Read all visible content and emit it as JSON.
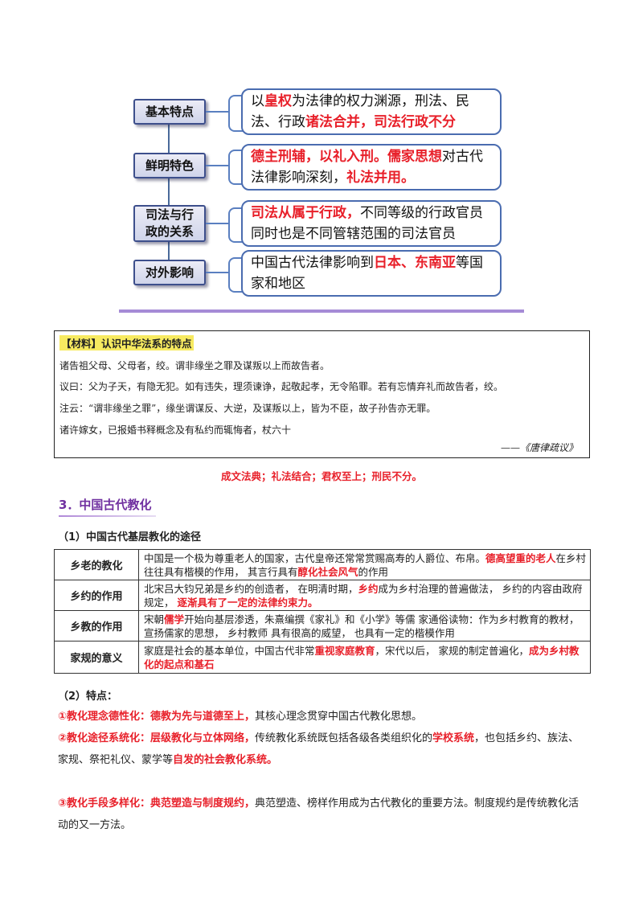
{
  "diagram": {
    "rows": [
      {
        "label_lines": [
          "基本特点"
        ],
        "content": [
          {
            "t": "以"
          },
          {
            "t": "皇权",
            "r": true
          },
          {
            "t": "为法律的权力渊源，刑法、民法、行政"
          },
          {
            "t": "诸法合并，司法行政不分",
            "r": true
          }
        ]
      },
      {
        "label_lines": [
          "鲜明特色"
        ],
        "content": [
          {
            "t": "德主刑辅，以礼入刑。",
            "r": true
          },
          {
            "t": "儒家思想",
            "r": true
          },
          {
            "t": "对古代法律影响深刻，"
          },
          {
            "t": "礼法并用。",
            "r": true
          }
        ]
      },
      {
        "label_lines": [
          "司法与行",
          "政的关系"
        ],
        "content": [
          {
            "t": "司法从属于行政，",
            "r": true
          },
          {
            "t": "不同等级的行政官员同时也是不同管辖范围的司法官员"
          }
        ]
      },
      {
        "label_lines": [
          "对外影响"
        ],
        "content": [
          {
            "t": "中国古代法律影响到"
          },
          {
            "t": "日本、东南亚",
            "r": true
          },
          {
            "t": "等国家和地区"
          }
        ]
      }
    ]
  },
  "material": {
    "title": "【材料】认识中华法系的特点",
    "lines": [
      "诸告祖父母、父母者，绞。谓非缘坐之罪及谋叛以上而故告者。",
      "议曰：父为子天，有隐无犯。如有违失，理须谏诤，起敬起孝，无令陷罪。若有忘情弃礼而故告者，绞。",
      "注云：“谓非缘坐之罪”，缘坐谓谋反、大逆，及谋叛以上，皆为不臣，故子孙告亦无罪。",
      "诸许嫁女，已报婚书释概念及有私约而辄悔者，杖六十"
    ],
    "source": "——《唐律疏议》"
  },
  "summary": "成文法典；礼法结合；君权至上；刑民不分。",
  "section": {
    "title": "3．中国古代教化",
    "sub1": "（1）中国古代基层教化的途径",
    "table": [
      {
        "key": "乡老的教化",
        "value": [
          {
            "t": "中国是一个极为尊重老人的国家，古代皇帝还常常赏赐高寿的人爵位、布帛。"
          },
          {
            "t": "德高望重的老人",
            "r": true
          },
          {
            "t": "在乡村往往具有楷模的作用， 其言行具有"
          },
          {
            "t": "醇化社会风气",
            "r": true
          },
          {
            "t": "的作用"
          }
        ]
      },
      {
        "key": "乡约的作用",
        "value": [
          {
            "t": "北宋吕大钧兄弟是乡约的创造者， 在明清时期，"
          },
          {
            "t": "乡约",
            "r": true
          },
          {
            "t": "成为乡村治理的普遍做法， 乡约的内容由政府规定， "
          },
          {
            "t": "逐渐具有了一定的法律约束力。",
            "r": true
          }
        ]
      },
      {
        "key": "乡教的作用",
        "value": [
          {
            "t": "宋朝"
          },
          {
            "t": "儒学",
            "r": true
          },
          {
            "t": "开始向基层渗透，朱熹编撰《家礼》和《小学》等儒 家通俗读物：作为乡村教育的教材， 宣扬儒家的思想， 乡村教师 具有很高的威望， 也具有一定的楷模作用"
          }
        ]
      },
      {
        "key": "家规的意义",
        "value": [
          {
            "t": "家庭是社会的基本单位，中国古代非常"
          },
          {
            "t": "重视家庭教育",
            "r": true
          },
          {
            "t": "，宋代以后， 家规的制定普遍化，"
          },
          {
            "t": "成为乡村教化的起点和基石",
            "r": true
          }
        ]
      }
    ],
    "sub2": "（2）特点：",
    "features": [
      [
        {
          "t": "①教化理念德性化：德教为先与道德至上，",
          "r": true
        },
        {
          "t": "其核心理念贯穿中国古代教化思想。"
        }
      ],
      [
        {
          "t": "②教化途径系统化：层级教化与立体网络，",
          "r": true
        },
        {
          "t": "传统教化系统既包括各级各类组织化的"
        },
        {
          "t": "学校系统",
          "r": true
        },
        {
          "t": "，也包括乡约、族法、家规、祭祀礼仪、蒙学等"
        },
        {
          "t": "自发的社会教化系统。",
          "r": true
        }
      ],
      [
        {
          "t": "③教化手段多样化：典范塑造与制度规约，",
          "r": true
        },
        {
          "t": "典范塑造、榜样作用成为古代教化的重要方法。制度规约是传统教化活动的又一方法。"
        }
      ]
    ]
  }
}
